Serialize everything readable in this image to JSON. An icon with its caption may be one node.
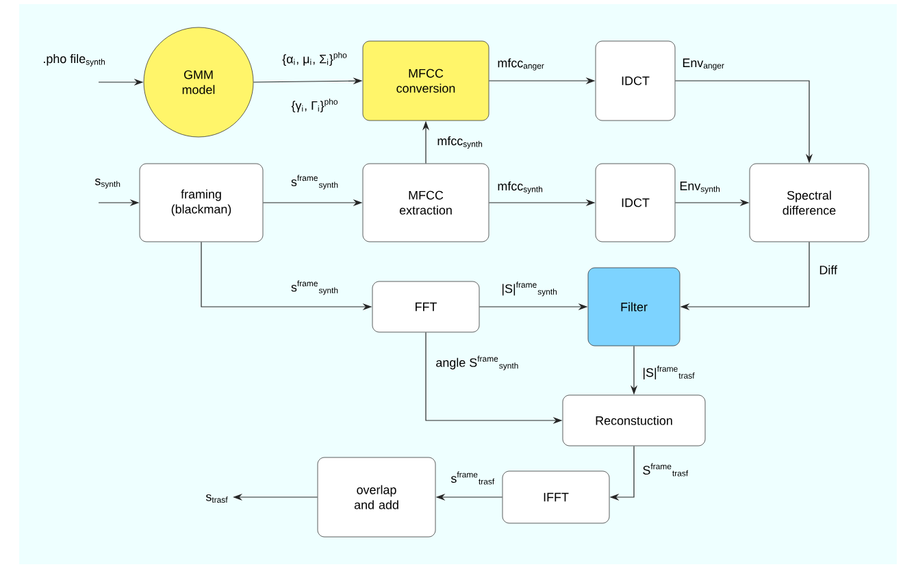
{
  "diagram": {
    "nodes": [
      {
        "text": [
          "GMM model"
        ]
      },
      {
        "text": [
          "MFCC conversion"
        ]
      },
      {
        "text": [
          "IDCT"
        ]
      },
      {
        "text": [
          "framing (blackman)"
        ]
      },
      {
        "text": [
          "MFCC extraction"
        ]
      },
      {
        "text": [
          "IDCT"
        ]
      },
      {
        "text": [
          "Spectral difference"
        ]
      },
      {
        "text": [
          "FFT"
        ]
      },
      {
        "text": [
          "Filter"
        ]
      },
      {
        "text": [
          "Reconstuction"
        ]
      },
      {
        "text": [
          "IFFT"
        ]
      },
      {
        "text": [
          "overlap and add"
        ]
      }
    ],
    "edges": [
      {
        "from": null,
        "to": 0,
        "arrow": "to",
        "label": ".pho file$_{synth}$"
      },
      {
        "from": 0,
        "to": 1,
        "arrow": "to",
        "label": "{α$_{i}$, μ$_{i}$, Σ$_{i}$}$^{pho}$"
      },
      {
        "from": 4,
        "to": 1,
        "arrow": "to",
        "label": "mfcc$_{synth}$"
      },
      {
        "from": 1,
        "to": 2,
        "arrow": "to",
        "label": "mfcc$_{anger}$"
      },
      {
        "from": 2,
        "to": 6,
        "arrow": "to",
        "label": "Env$_{anger}$"
      },
      {
        "from": null,
        "to": 3,
        "arrow": "to",
        "label": "s$_{synth}$"
      },
      {
        "from": 3,
        "to": 4,
        "arrow": "to",
        "label": "s$^{frame}$$_{synth}$"
      },
      {
        "from": 4,
        "to": 5,
        "arrow": "to",
        "label": "mfcc$_{synth}$"
      },
      {
        "from": 5,
        "to": 6,
        "arrow": "to",
        "label": "Env$_{synth}$"
      },
      {
        "from": 3,
        "to": 7,
        "arrow": "to",
        "label": "s$^{frame}$$_{synth}$"
      },
      {
        "from": 7,
        "to": 8,
        "arrow": "to",
        "label": "|S|$^{frame}$$_{synth}$"
      },
      {
        "from": 6,
        "to": 8,
        "arrow": "to",
        "label": "Diff"
      },
      {
        "from": 8,
        "to": 9,
        "arrow": "to",
        "label": "|S|$^{frame}$$_{trasf}$"
      },
      {
        "from": 7,
        "to": 9,
        "arrow": "to",
        "label": "angle S$^{frame}$$_{synth}$"
      },
      {
        "from": 9,
        "to": 10,
        "arrow": "to",
        "label": "S$^{frame}$$_{trasf}$"
      },
      {
        "from": 10,
        "to": 11,
        "arrow": "to",
        "label": "s$^{frame}$$_{trasf}$"
      },
      {
        "from": 11,
        "to": null,
        "arrow": "to",
        "label": "s$_{trasf}$"
      }
    ],
    "labels": [
      "{γ$_{i}$, Γ$_{i}$}$^{pho}$"
    ]
  }
}
